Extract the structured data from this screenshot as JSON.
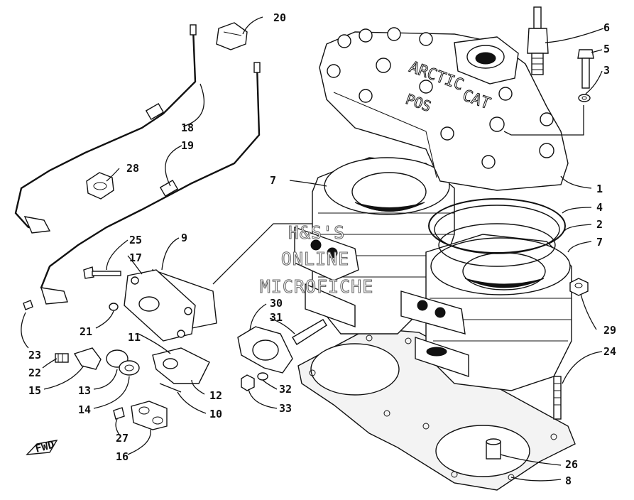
{
  "diagram": {
    "callouts": [
      {
        "id": "1",
        "label": "1"
      },
      {
        "id": "2",
        "label": "2"
      },
      {
        "id": "3",
        "label": "3"
      },
      {
        "id": "4",
        "label": "4"
      },
      {
        "id": "5",
        "label": "5"
      },
      {
        "id": "6",
        "label": "6"
      },
      {
        "id": "7a",
        "label": "7"
      },
      {
        "id": "7b",
        "label": "7"
      },
      {
        "id": "8",
        "label": "8"
      },
      {
        "id": "9",
        "label": "9"
      },
      {
        "id": "10",
        "label": "10"
      },
      {
        "id": "11",
        "label": "11"
      },
      {
        "id": "12",
        "label": "12"
      },
      {
        "id": "13",
        "label": "13"
      },
      {
        "id": "14",
        "label": "14"
      },
      {
        "id": "15",
        "label": "15"
      },
      {
        "id": "16",
        "label": "16"
      },
      {
        "id": "17",
        "label": "17"
      },
      {
        "id": "18",
        "label": "18"
      },
      {
        "id": "19",
        "label": "19"
      },
      {
        "id": "20",
        "label": "20"
      },
      {
        "id": "21",
        "label": "21"
      },
      {
        "id": "22",
        "label": "22"
      },
      {
        "id": "23",
        "label": "23"
      },
      {
        "id": "24",
        "label": "24"
      },
      {
        "id": "25",
        "label": "25"
      },
      {
        "id": "26",
        "label": "26"
      },
      {
        "id": "27",
        "label": "27"
      },
      {
        "id": "28",
        "label": "28"
      },
      {
        "id": "29",
        "label": "29"
      },
      {
        "id": "30",
        "label": "30"
      },
      {
        "id": "31",
        "label": "31"
      },
      {
        "id": "32",
        "label": "32"
      },
      {
        "id": "33",
        "label": "33"
      }
    ],
    "watermark": {
      "line1": "H&S'S",
      "line2": "ONLINE",
      "line3": "MICROFICHE"
    },
    "head_casting_text": {
      "brand": "ARCTIC",
      "model": "CAT",
      "series": "POS"
    },
    "fwd_badge": "FWD"
  }
}
